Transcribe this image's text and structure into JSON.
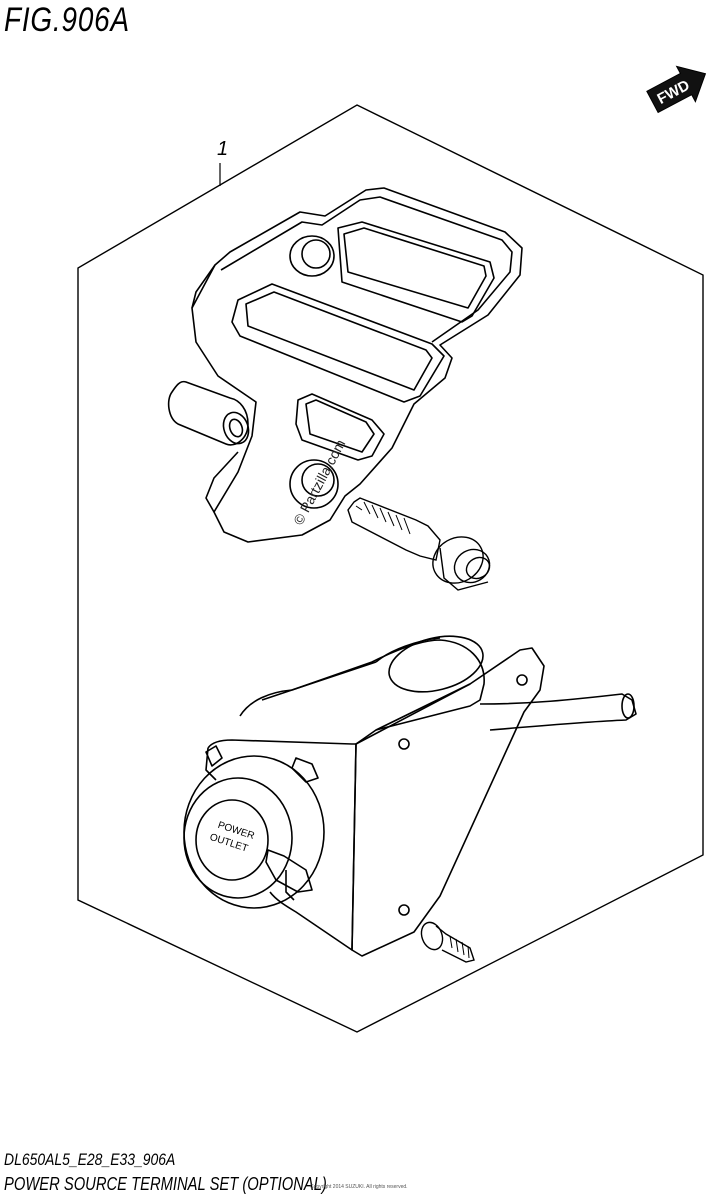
{
  "figure": {
    "title": "FIG.906A",
    "callout_number": "1",
    "fwd_label": "FWD",
    "outlet_line1": "POWER",
    "outlet_line2": "OUTLET",
    "watermark": "© Partzilla.com",
    "model_code": "DL650AL5_E28_E33_906A",
    "part_name": "POWER SOURCE TERMINAL SET (OPTIONAL)",
    "fine_print": "Copyright 2014 SUZUKI. All rights reserved."
  },
  "icons": {
    "fwd_arrow": "fwd-arrow-icon"
  }
}
